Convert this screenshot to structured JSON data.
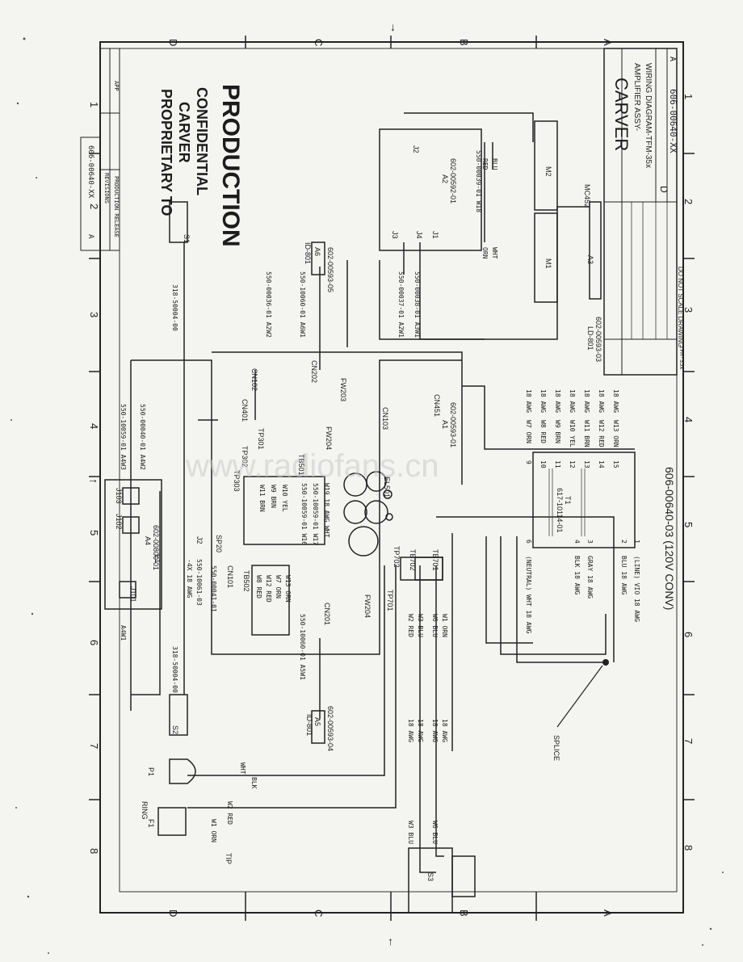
{
  "sheet": {
    "zone_letters": [
      "D",
      "C",
      "B",
      "A"
    ],
    "zone_numbers": [
      "1",
      "2",
      "3",
      "4",
      "5",
      "6",
      "7",
      "8"
    ]
  },
  "stamps": {
    "proprietary": "PROPRIETARY TO",
    "company": "CARVER",
    "confidential": "CONFIDENTIAL",
    "production": "PRODUCTION"
  },
  "revision_block": {
    "dwg_no": "606-00640-XX",
    "rev": "A",
    "header": "REVISIONS",
    "entry": "PRODUCTION RELEASE"
  },
  "title_block": {
    "company": "CARVER",
    "title_line1": "AMPLIFIER ASSY-",
    "title_line2": "WIRING DIAGRAM-TFM-35x",
    "size": "D",
    "dwg_no": "606-00640-XX",
    "rev": "A",
    "do_not_scale": "DO NOT SCALE DRAWING",
    "model": "TFM-35x"
  },
  "drawing_number": "606-00640-03 (120V CONV)",
  "components": {
    "s1": "S1",
    "s2": "S2",
    "s3": "S3",
    "p1": "P1",
    "f1": "F1",
    "ring": "RING",
    "tip": "TIP",
    "a4": "A4",
    "a4_pn": "602-00800-01",
    "j101": "J101",
    "j102": "J102",
    "j103": "J103",
    "e1": "E1",
    "j2": "J2",
    "sp20": "SP20",
    "a1": "A1",
    "a1_pn": "602-00593-01",
    "a2": "A2",
    "a2_pn": "602-00592-01",
    "a3": "A3",
    "a3_pn": "602-00593-03",
    "a5": "A5",
    "a5_pn": "602-00593-04",
    "a6": "A6",
    "a6_pn": "602-00593-05",
    "m1": "M1",
    "m2": "M2",
    "j3": "J3",
    "j4": "J4",
    "j1": "J1",
    "j2b": "J2",
    "mc452": "MC452",
    "t1": "T1",
    "t1_pn": "617-10114-01",
    "splice": "SPLICE",
    "id801": "ID-801",
    "ld801": "LD-801",
    "cn101": "CN101",
    "cn102": "CN102",
    "cn103": "CN103",
    "cn201": "CN201",
    "cn202": "CN202",
    "cn401": "CN401",
    "cn451": "CN451",
    "tb501": "TB501",
    "tb502": "TB502",
    "tb701": "TB701",
    "tb702": "TB702",
    "tp301": "TP301",
    "tp302": "TP302",
    "tp303": "TP303",
    "tp701": "TP701",
    "tp702": "TP702",
    "fw203": "FW203",
    "fw204": "FW204",
    "el501": "EL501"
  },
  "cables": {
    "c1": "318-50004-00",
    "c2": "318-50004-00",
    "c3": "550-00036-01 A2W2",
    "c4": "550-10060-01 A6W1",
    "c5": "550-00037-01 A2W1",
    "c6": "550-00038-01 A3W1",
    "c7": "550-00039-01 W18",
    "c8": "550-10059-01 A4W3",
    "c9": "550-00040-01 A4W2",
    "c10": "550-10060-01 A5W1",
    "c11": "550-00041-01",
    "c12": "550-10059-01 W16",
    "c13": "550-10059-01 W17",
    "c14": "W19 18 AWG WHT",
    "c15": "-4X 18 AWG",
    "c16": "550-10061-03",
    "a4w1": "A4W1"
  },
  "wires": {
    "w11": "W11 BRN",
    "w9": "W9 BRN",
    "w10": "W10 YEL",
    "w8": "W8 RED",
    "w12": "W12 RED",
    "w7": "W7 ORN",
    "w13": "W13 ORN",
    "w2": "W2 RED",
    "w3": "W3 BLU",
    "w6": "W6 BLU",
    "w1": "W1 ORN",
    "w2b": "W2 RED",
    "w1b": "W1 ORN",
    "w3b": "W3 BLU",
    "w6b": "W6 BLU",
    "whtp": "WHT",
    "blkp": "BLK",
    "red": "RED",
    "blu": "BLU",
    "orn": "ORN",
    "wht": "WHT",
    "awg": "18 AWG"
  },
  "transformer_table": [
    {
      "pin": "9",
      "wire": "W7 ORN",
      "awg": "18 AWG"
    },
    {
      "pin": "10",
      "wire": "W8 RED",
      "awg": "18 AWG"
    },
    {
      "pin": "11",
      "wire": "W9 BRN",
      "awg": "18 AWG"
    },
    {
      "pin": "12",
      "wire": "W10 YEL",
      "awg": "18 AWG"
    },
    {
      "pin": "13",
      "wire": "W11 BRN",
      "awg": "18 AWG"
    },
    {
      "pin": "14",
      "wire": "W12 RED",
      "awg": "18 AWG"
    },
    {
      "pin": "15",
      "wire": "W13 ORN",
      "awg": "18 AWG"
    }
  ],
  "primary_table": [
    {
      "pin": "6",
      "wire": "(NEUTRAL) WHT 18 AWG"
    },
    {
      "pin": "4",
      "wire": "BLK 18 AWG"
    },
    {
      "pin": "3",
      "wire": "GRAY 18 AWG"
    },
    {
      "pin": "2",
      "wire": "BLU 18 AWG"
    },
    {
      "pin": "1",
      "wire": "(LINE) VIO 18 AWG"
    }
  ],
  "watermark": "www.radiofans.cn"
}
